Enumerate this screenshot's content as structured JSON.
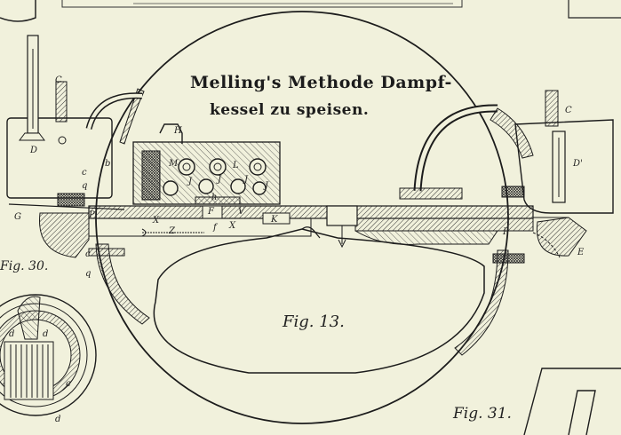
{
  "title": {
    "line1": "Melling's Methode Dampf-",
    "line2": "kessel zu speisen."
  },
  "figures": {
    "main": "Fig. 13.",
    "left": "Fig. 30.",
    "right": "Fig. 31."
  },
  "labels": {
    "C_left": "C",
    "D_left": "D",
    "H": "H",
    "M": "M",
    "L": "L",
    "J1": "J",
    "J2": "J",
    "J3": "J",
    "J4": "J",
    "h": "h",
    "F": "F",
    "V": "V",
    "K": "K",
    "X1": "X",
    "X2": "X",
    "Z": "Z",
    "f": "f",
    "G": "G",
    "c1": "c",
    "q1": "q",
    "b": "b",
    "P_left": "P",
    "c2": "c",
    "q2": "q",
    "C_right": "C",
    "D_right": "D'",
    "P_right": "P",
    "E": "E",
    "c3": "c",
    "d1": "d",
    "d2": "d",
    "d3": "d",
    "c4": "c"
  },
  "colors": {
    "paper": "#f1f1dc",
    "ink": "#1c1c1c"
  }
}
